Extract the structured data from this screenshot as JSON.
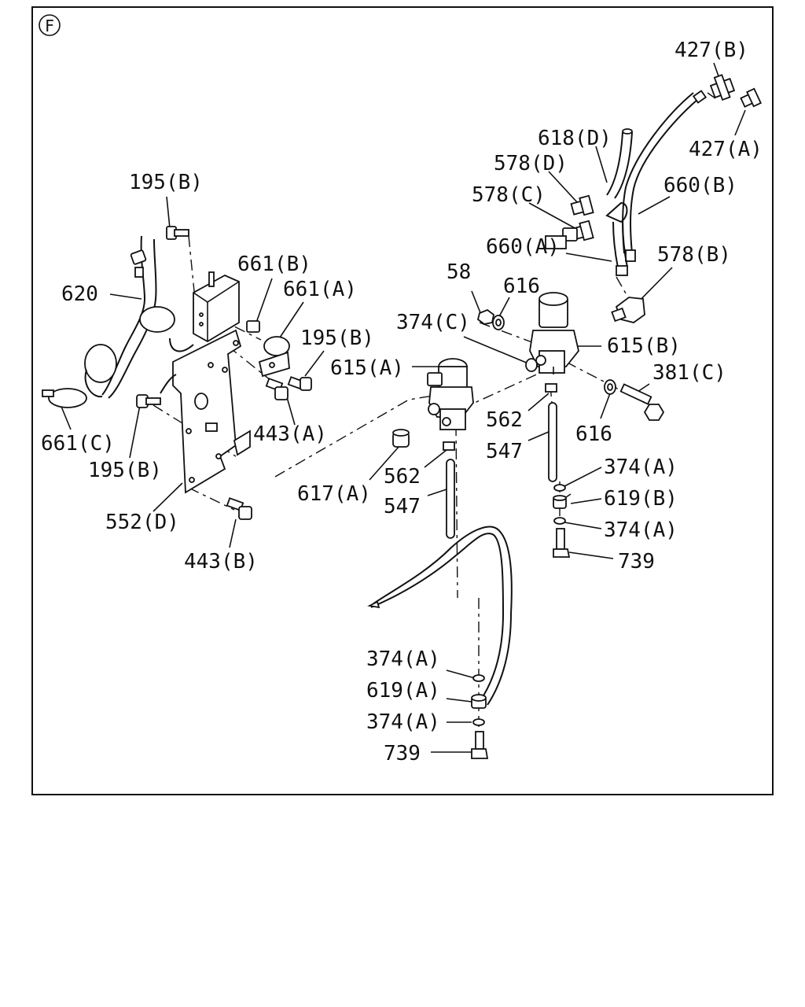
{
  "section_marker": "F",
  "labels": {
    "l427B": "427(B)",
    "l427A": "427(A)",
    "l618D": "618(D)",
    "l578D": "578(D)",
    "l578C": "578(C)",
    "l660B": "660(B)",
    "l660A": "660(A)",
    "l578B": "578(B)",
    "l58": "58",
    "l616a": "616",
    "l374C": "374(C)",
    "l615B": "615(B)",
    "l381C": "381(C)",
    "l615A": "615(A)",
    "l562a": "562",
    "l547a": "547",
    "l616b": "616",
    "l374Aa": "374(A)",
    "l619B": "619(B)",
    "l374Ab": "374(A)",
    "l739a": "739",
    "l195Ba": "195(B)",
    "l661B": "661(B)",
    "l661A": "661(A)",
    "l195Bb": "195(B)",
    "l620": "620",
    "l661C": "661(C)",
    "l195Bc": "195(B)",
    "l443A": "443(A)",
    "l617A": "617(A)",
    "l562b": "562",
    "l547b": "547",
    "l552D": "552(D)",
    "l443B": "443(B)",
    "l374Ac": "374(A)",
    "l619A": "619(A)",
    "l374Ad": "374(A)",
    "l739b": "739"
  }
}
